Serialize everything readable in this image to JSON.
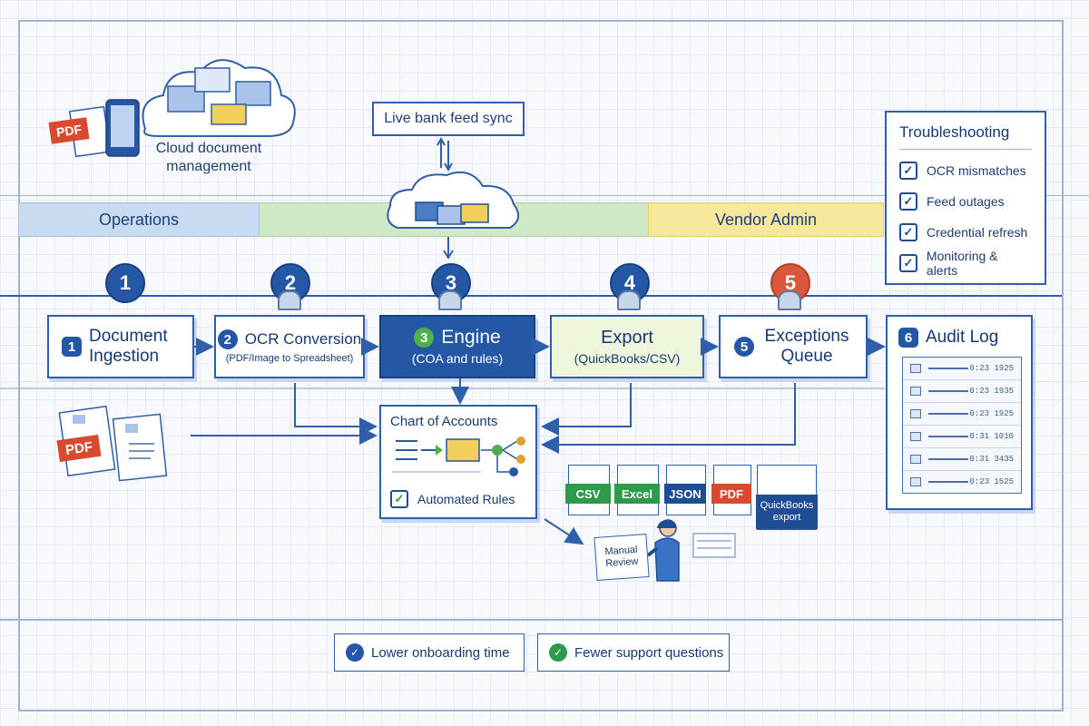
{
  "cloud_doc_label": "Cloud document management",
  "bank_feed_label": "Live bank feed sync",
  "lanes": {
    "operations": "Operations",
    "vendor_admin": "Vendor Admin"
  },
  "step_numbers": [
    "1",
    "2",
    "3",
    "4",
    "5"
  ],
  "steps": [
    {
      "num": "1",
      "title": "Document Ingestion",
      "sub": ""
    },
    {
      "num": "2",
      "title": "OCR Conversion",
      "sub": "(PDF/Image to Spreadsheet)"
    },
    {
      "num": "3",
      "title": "Engine",
      "sub": "(COA and rules)"
    },
    {
      "num": "4",
      "title": "Export",
      "sub": "(QuickBooks/CSV)"
    },
    {
      "num": "5",
      "title": "Exceptions Queue",
      "sub": ""
    },
    {
      "num": "6",
      "title": "Audit Log",
      "sub": ""
    }
  ],
  "pdf_label": "PDF",
  "coa": {
    "title": "Chart of Accounts",
    "rules": "Automated Rules"
  },
  "export_formats": [
    "CSV",
    "Excel",
    "JSON",
    "PDF",
    "QuickBooks export"
  ],
  "manual_review": "Manual Review",
  "troubleshooting": {
    "title": "Troubleshooting",
    "items": [
      "OCR mismatches",
      "Feed outages",
      "Credential refresh",
      "Monitoring & alerts"
    ]
  },
  "audit_times": [
    "0:23 1925",
    "0:23 1935",
    "0:23 1925",
    "0:31 1010",
    "0:31 3435",
    "0:23 1525"
  ],
  "benefits": [
    "Lower onboarding time",
    "Fewer support questions"
  ],
  "colors": {
    "primary": "#2457a6",
    "engine": "#2457a6",
    "export_bg": "#eef6dc",
    "lane_ops": "#c9dbf1",
    "lane_mid": "#cfe8c6",
    "lane_vendor": "#f7e79a",
    "csv": "#2e9b4a",
    "excel": "#2e9b4a",
    "json": "#1f4d93",
    "pdf": "#d84a2f",
    "quickbooks": "#1f4d93"
  }
}
